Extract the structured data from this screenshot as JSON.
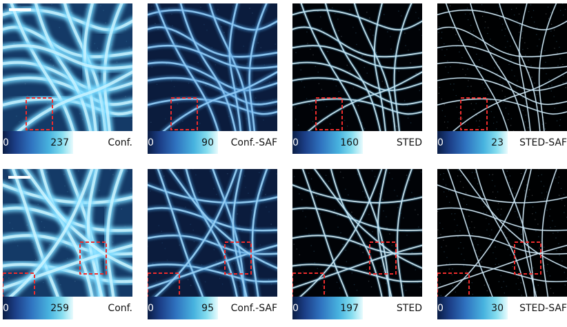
{
  "figure": {
    "rows": [
      {
        "panels": [
          {
            "min": "0",
            "max": "237",
            "label": "Conf.",
            "glow": "#79d9ff",
            "bright": "#dff9ff",
            "mode": "conf",
            "scale_bar": true,
            "roi_count": 1
          },
          {
            "min": "0",
            "max": "90",
            "label": "Conf.-SAF",
            "glow": "#4f9fdf",
            "bright": "#9fd8ff",
            "mode": "saf",
            "scale_bar": false,
            "roi_count": 1
          },
          {
            "min": "0",
            "max": "160",
            "label": "STED",
            "glow": "#6dc9f6",
            "bright": "#e4fbff",
            "mode": "sted",
            "scale_bar": false,
            "roi_count": 1
          },
          {
            "min": "0",
            "max": "23",
            "label": "STED-SAF",
            "glow": "#7bcfff",
            "bright": "#f5fdff",
            "mode": "stedsaf",
            "scale_bar": false,
            "roi_count": 1
          }
        ]
      },
      {
        "panels": [
          {
            "min": "0",
            "max": "259",
            "label": "Conf.",
            "glow": "#80dbff",
            "bright": "#e3fbff",
            "mode": "conf",
            "scale_bar": true,
            "roi_count": 2
          },
          {
            "min": "0",
            "max": "95",
            "label": "Conf.-SAF",
            "glow": "#4ea1df",
            "bright": "#a9dfff",
            "mode": "saf",
            "scale_bar": false,
            "roi_count": 2
          },
          {
            "min": "0",
            "max": "197",
            "label": "STED",
            "glow": "#6fcaf7",
            "bright": "#e9fcff",
            "mode": "sted",
            "scale_bar": false,
            "roi_count": 2
          },
          {
            "min": "0",
            "max": "30",
            "label": "STED-SAF",
            "glow": "#79ccff",
            "bright": "#f7fdff",
            "mode": "stedsaf",
            "scale_bar": false,
            "roi_count": 2
          }
        ]
      }
    ]
  },
  "colors": {
    "background": "#ffffff",
    "roi": "#ef2c2c",
    "scale_bar": "#ffffff"
  }
}
